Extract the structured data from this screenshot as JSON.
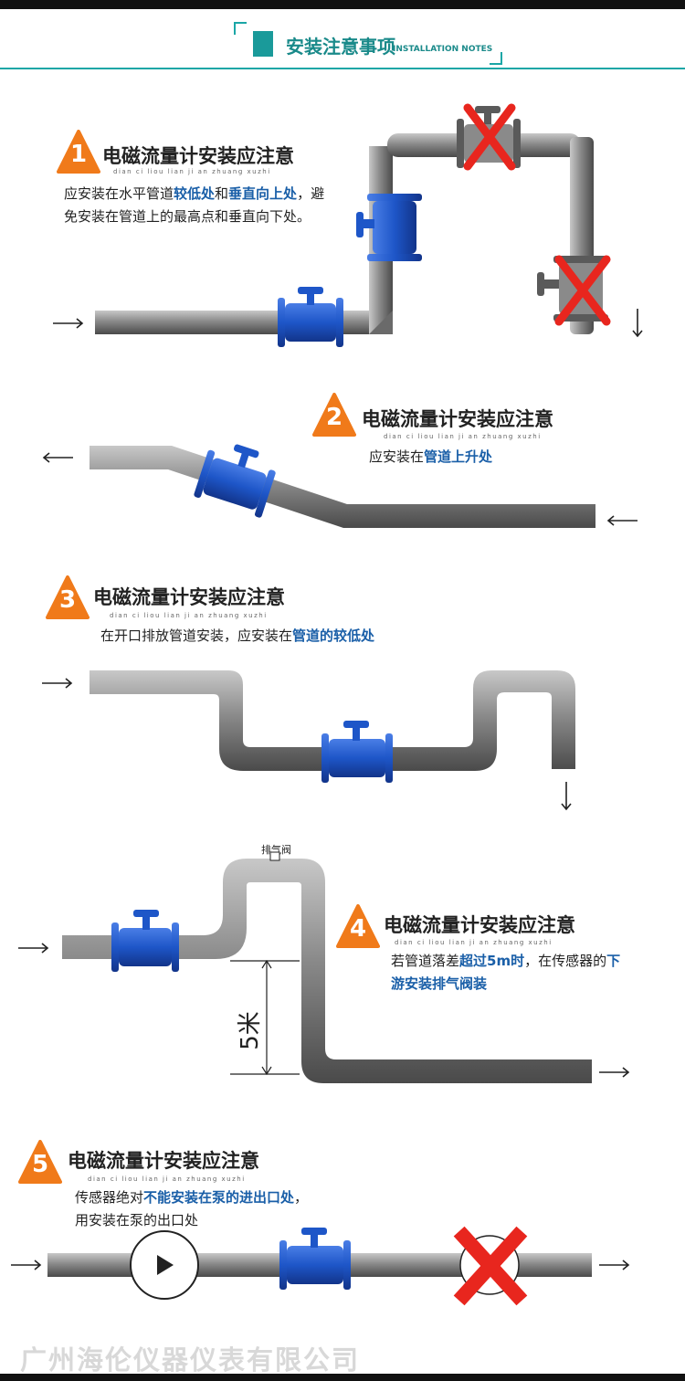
{
  "header": {
    "title": "安装注意事项",
    "subtitle": "INSTALLATION NOTES"
  },
  "sections": [
    {
      "number": "1",
      "title": "电磁流量计安装应注意",
      "pinyin": "dian ci liou lian ji an zhuang xuzhi",
      "desc_parts": [
        "应安装在水平管道",
        "较低处",
        "和",
        "垂直向上处",
        "，避免安装在管道上的最高点和垂直向下处。"
      ]
    },
    {
      "number": "2",
      "title": "电磁流量计安装应注意",
      "pinyin": "dian ci liou lian ji an zhuang xuzhi",
      "desc_parts": [
        "应安装在",
        "管道上升处"
      ]
    },
    {
      "number": "3",
      "title": "电磁流量计安装应注意",
      "pinyin": "dian ci liou lian ji an zhuang xuzhi",
      "desc_parts": [
        "在开口排放管道安装，应安装在",
        "管道的较低处"
      ]
    },
    {
      "number": "4",
      "title": "电磁流量计安装应注意",
      "pinyin": "dian ci liou lian ji an zhuang xuzhi",
      "desc_parts": [
        "若管道落差",
        "超过5m时",
        "，在传感器的",
        "下游安装排气阀装"
      ],
      "valve_label": "排气阀",
      "height_label": "5米"
    },
    {
      "number": "5",
      "title": "电磁流量计安装应注意",
      "pinyin": "dian ci liou lian ji an zhuang xuzhi",
      "desc_parts": [
        "传感器绝对",
        "不能安装在泵的进出口处",
        "，用安装在泵的出口处"
      ]
    }
  ],
  "footer": {
    "company": "广州海伦仪器仪表有限公司"
  },
  "colors": {
    "accent": "#1a9a9a",
    "highlight": "#1a5fa8",
    "badge": "#f07a1a",
    "meter": "#1e56c8",
    "pipe": "#808080",
    "cross": "#e8261e"
  }
}
